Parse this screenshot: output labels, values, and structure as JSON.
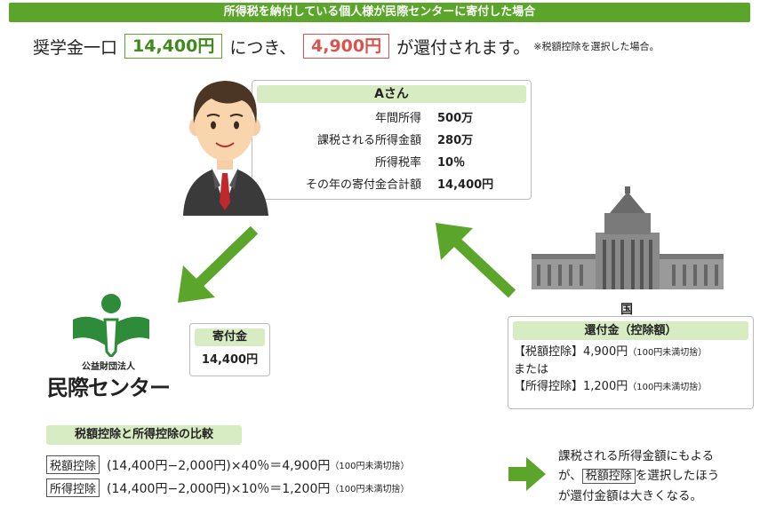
{
  "banner": "所得税を納付している個人様が民際センターに寄付した場合",
  "headline": {
    "prefix": "奨学金一口",
    "amount": "14,400円",
    "middle": "につき、",
    "refund": "4,900円",
    "suffix": "が還付されます。",
    "note": "※税額控除を選択した場合。"
  },
  "person": {
    "title": "Aさん",
    "rows": [
      {
        "label": "年間所得",
        "value": "500万"
      },
      {
        "label": "課税される所得金額",
        "value": "280万"
      },
      {
        "label": "所得税率",
        "value": "10％"
      },
      {
        "label": "その年の寄付金合計額",
        "value": "14,400円"
      }
    ]
  },
  "org": {
    "subtitle": "公益財団法人",
    "name": "民際センター"
  },
  "donation": {
    "title": "寄付金",
    "value": "14,400円"
  },
  "country": {
    "label": "国"
  },
  "refund": {
    "title": "還付金（控除額）",
    "line1": "【税額控除】4,900円",
    "line1_note": "（100円未満切捨）",
    "or": "または",
    "line2": "【所得控除】1,200円",
    "line2_note": "（100円未満切捨）"
  },
  "comparison": {
    "title": "税額控除と所得控除の比較",
    "rows": [
      {
        "label": "税額控除",
        "formula": "(14,400円−2,000円)×40％＝4,900円",
        "note": "（100円未満切捨）"
      },
      {
        "label": "所得控除",
        "formula": "(14,400円−2,000円)×10％＝1,200円",
        "note": "（100円未満切捨）"
      }
    ]
  },
  "conclusion": {
    "line1": "課税される所得金額にもよる",
    "line2a": "が、",
    "line2_box": "税額控除",
    "line2b": "を選択したほう",
    "line3": "が還付金額は大きくなる。"
  },
  "colors": {
    "accent_green": "#5aa52a",
    "pale_green": "#d8ecc4",
    "red": "#d9534f"
  }
}
